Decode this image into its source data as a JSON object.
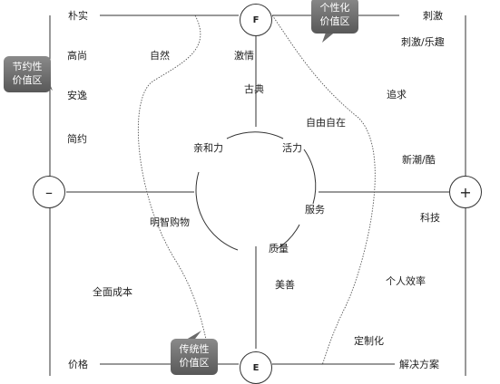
{
  "nodes": {
    "top": "F",
    "bottom": "E",
    "left": "–",
    "right": "+"
  },
  "callouts": {
    "top_right": "个性化\n价值区",
    "left": "节约性\n价值区",
    "bottom": "传统性\n价值区"
  },
  "corners": {
    "top_left": "朴实",
    "top_right": "刺激",
    "bottom_left": "价格",
    "bottom_right": "解决方案"
  },
  "labels": {
    "gao_shang": "高尚",
    "an_yi": "安逸",
    "jian_yue": "简约",
    "zi_ran": "自然",
    "ji_qing": "激情",
    "gu_dian": "古典",
    "ci_ji_le_qu": "刺激/乐趣",
    "zhui_qiu": "追求",
    "zi_you": "自由自在",
    "qin_he": "亲和力",
    "huo_li": "活力",
    "xin_chao": "新潮/酷",
    "ming_zhi": "明智购物",
    "fu_wu": "服务",
    "ke_ji": "科技",
    "zhi_liang": "质量",
    "mei_shan": "美善",
    "quan_mian": "全面成本",
    "ge_ren": "个人效率",
    "ding_zhi": "定制化"
  }
}
